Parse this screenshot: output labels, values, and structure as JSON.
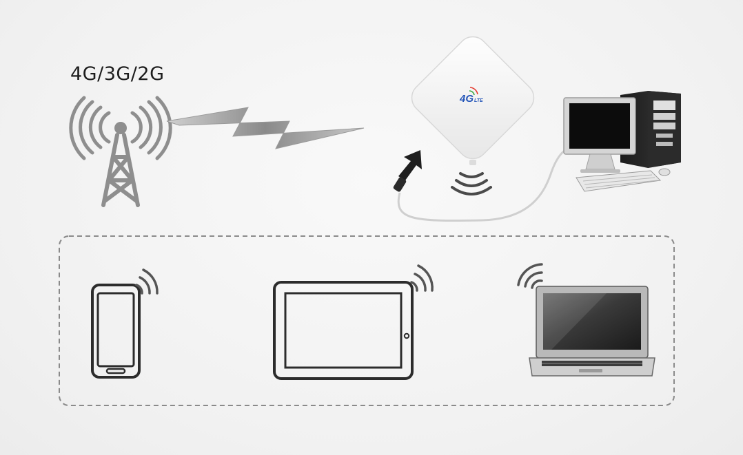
{
  "network_label": "4G/3G/2G",
  "antenna_logo": {
    "main": "4G",
    "sub": "LTE"
  },
  "icons": {
    "tower": "cell-tower-icon",
    "bolt": "lightning-bolt-icon",
    "antenna": "panel-antenna-icon",
    "desktop": "desktop-computer-icon",
    "phone": "smartphone-icon",
    "tablet": "tablet-icon",
    "laptop": "laptop-icon",
    "wifi": "wifi-waves-icon"
  },
  "colors": {
    "logo_blue": "#2456b8",
    "logo_green": "#39a845",
    "logo_red": "#e53a2e",
    "tower_gray": "#8e8e8e",
    "outline_dark": "#2c2c2c"
  }
}
